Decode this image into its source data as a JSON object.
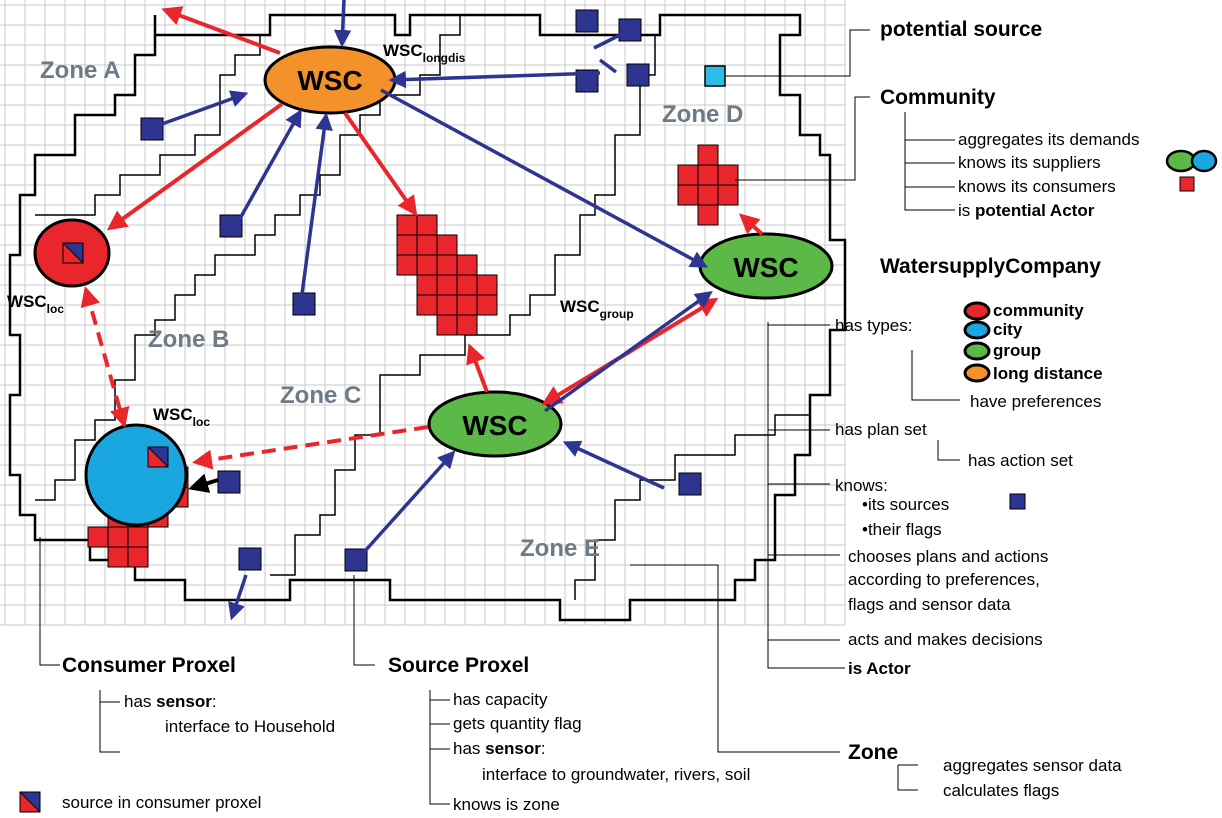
{
  "colors": {
    "grid": "#c8c8c8",
    "red": "#e8262b",
    "blue_arrow": "#2e3590",
    "source": "#2e3590",
    "wsc_orange": "#f3922b",
    "wsc_green": "#5cb948",
    "wsc_blue": "#1aa7e0",
    "potential_source": "#2dbbe8",
    "zone_text": "#6d7b87"
  },
  "zones": [
    "Zone A",
    "Zone B",
    "Zone C",
    "Zone D",
    "Zone E"
  ],
  "nodes": {
    "wsc_top": "WSC",
    "wsc_right": "WSC",
    "wsc_center": "WSC",
    "wsc_longdis": {
      "main": "WSC",
      "sub": "longdis"
    },
    "wsc_group": {
      "main": "WSC",
      "sub": "group"
    },
    "wsc_loc_left": {
      "main": "WSC",
      "sub": "loc"
    },
    "wsc_loc_bottom": {
      "main": "WSC",
      "sub": "loc"
    }
  },
  "callouts": {
    "potential_source": "potential source",
    "community": {
      "title": "Community",
      "items": [
        "aggregates its demands",
        "knows its suppliers",
        "knows its consumers"
      ],
      "actor_pre": "is ",
      "actor_bold": "potential Actor"
    },
    "wsc_company": {
      "title": "WatersupplyCompany",
      "has_types": "has types:",
      "types": [
        "community",
        "city",
        "group",
        "long distance"
      ],
      "have_preferences": "have preferences",
      "has_plan_set": "has plan set",
      "has_action_set": "has action set",
      "knows": "knows:",
      "its_sources": "•its sources",
      "their_flags": "•their flags",
      "chooses": [
        "chooses plans and actions",
        "according to preferences,",
        "flags and sensor data"
      ],
      "acts": "acts and makes decisions",
      "is_actor": "is Actor"
    },
    "consumer_proxel": {
      "title": "Consumer Proxel",
      "has": "has ",
      "sensor": "sensor",
      "colon": ":",
      "interface": "interface to Household"
    },
    "source_proxel": {
      "title": "Source Proxel",
      "has_capacity": "has capacity",
      "gets_flag": "gets quantity flag",
      "has": "has ",
      "sensor": "sensor",
      "colon": ":",
      "interface": "interface to groundwater, rivers, soil",
      "knows_zone": "knows is zone"
    },
    "zone": {
      "title": "Zone",
      "aggregates": "aggregates sensor data",
      "calculates": "calculates flags"
    }
  },
  "legend": {
    "source_in_consumer": "source in consumer proxel"
  }
}
